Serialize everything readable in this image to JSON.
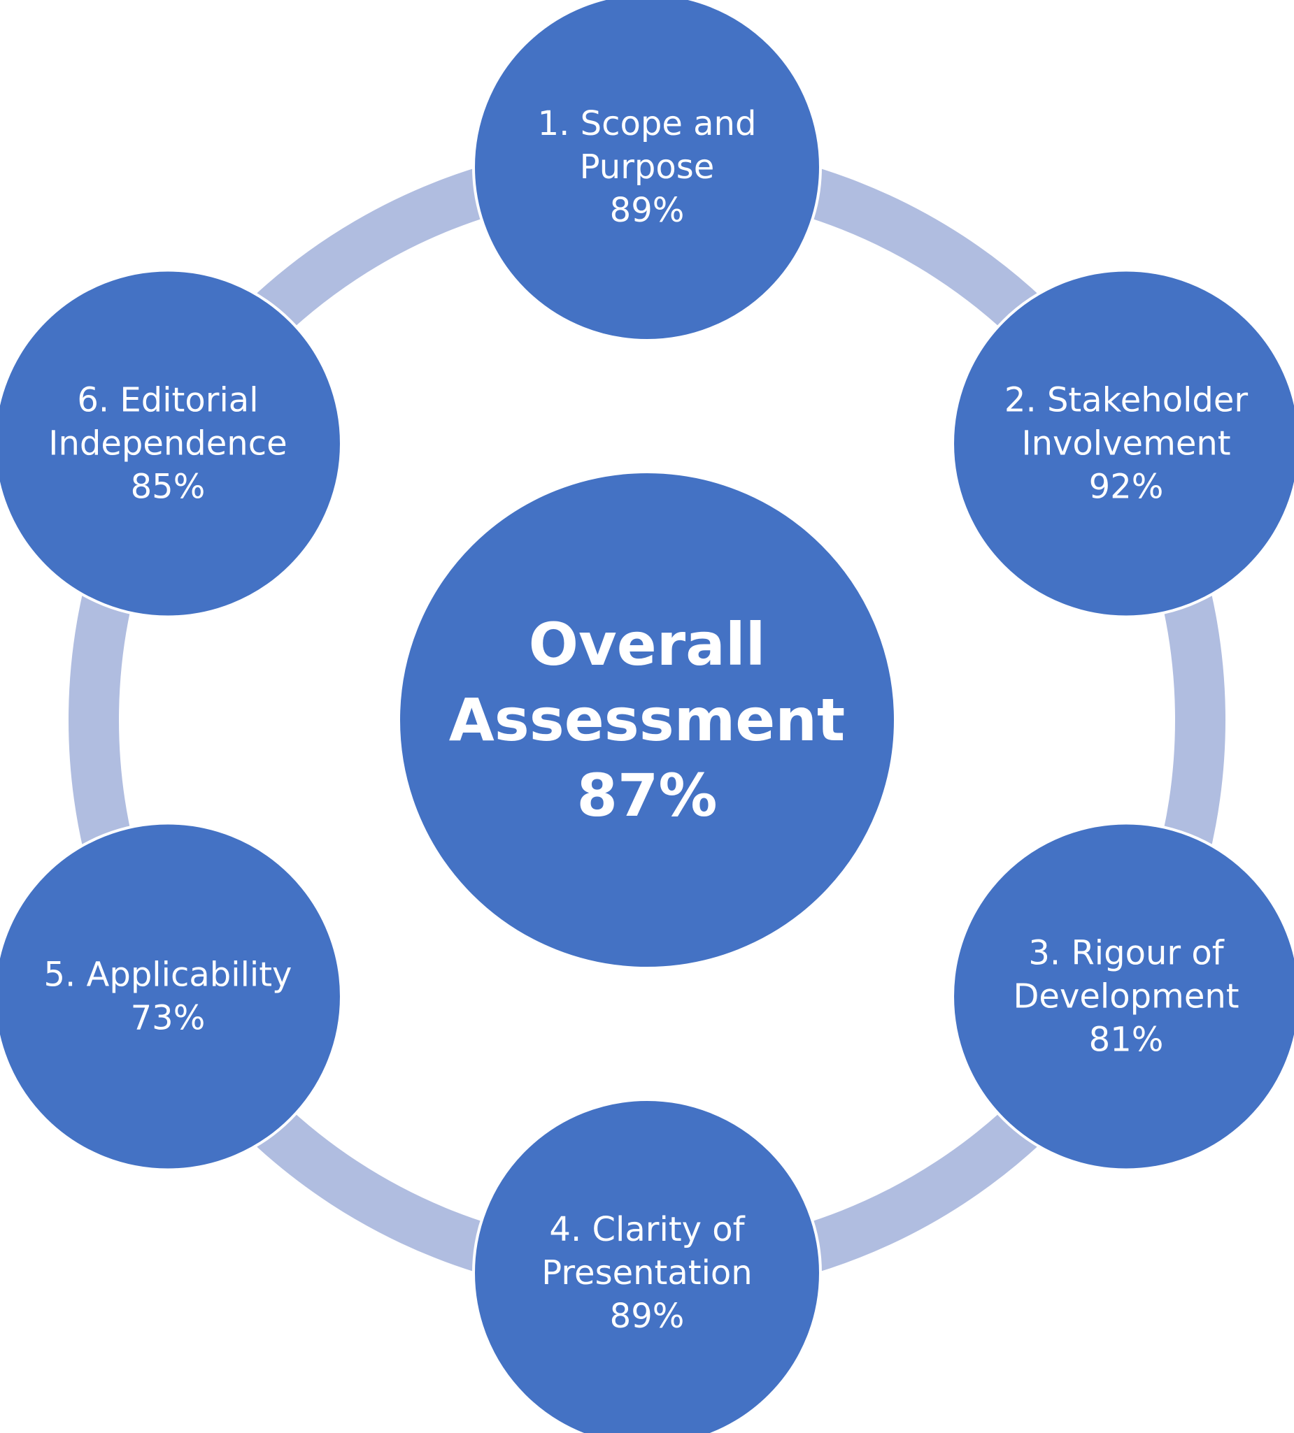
{
  "colors": {
    "node_fill": "#4472c4",
    "ring": "#b0bde0",
    "text": "#ffffff"
  },
  "center": {
    "lines": [
      "Overall",
      "Assessment",
      "87%"
    ],
    "value_percent": 87
  },
  "domains": [
    {
      "lines": [
        "1. Scope and",
        "Purpose",
        "89%"
      ],
      "value_percent": 89
    },
    {
      "lines": [
        "2. Stakeholder",
        "Involvement",
        "92%"
      ],
      "value_percent": 92
    },
    {
      "lines": [
        "3. Rigour of",
        "Development",
        "81%"
      ],
      "value_percent": 81
    },
    {
      "lines": [
        "4. Clarity of",
        "Presentation",
        "89%"
      ],
      "value_percent": 89
    },
    {
      "lines": [
        "5. Applicability",
        "73%"
      ],
      "value_percent": 73
    },
    {
      "lines": [
        "6. Editorial",
        "Independence",
        "85%"
      ],
      "value_percent": 85
    }
  ]
}
